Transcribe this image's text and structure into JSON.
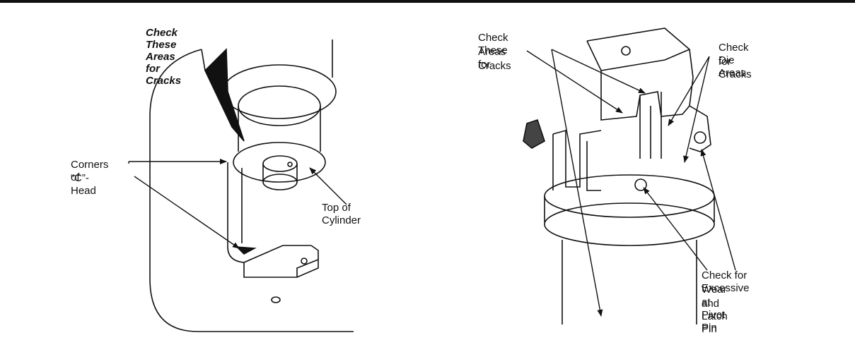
{
  "left_figure": {
    "title": "Check These Areas for Cracks",
    "labels": {
      "corners_line1": "Corners of",
      "corners_line2": "“C”-Head",
      "top_of_cylinder": "Top of Cylinder"
    }
  },
  "right_figure": {
    "labels": {
      "check_areas_line1": "Check These",
      "check_areas_line2": "Areas for",
      "check_areas_line3": "Cracks",
      "die_areas_line1": "Check Die Areas",
      "die_areas_line2": "for Cracks",
      "wear_line1": "Check for Excessive",
      "wear_line2": "Wear at Pivot Pin",
      "wear_line3": "and Latch Pin"
    }
  },
  "colors": {
    "line": "#111111",
    "background": "#ffffff"
  }
}
